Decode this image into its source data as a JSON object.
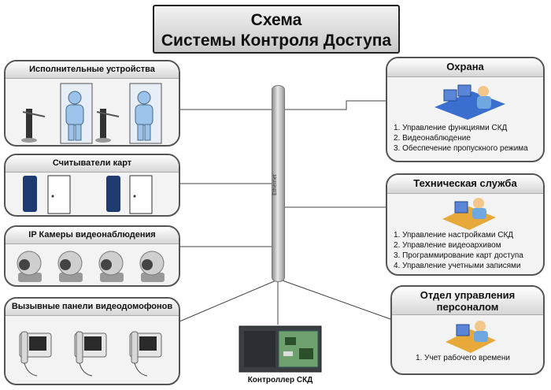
{
  "title": {
    "line1": "Схема",
    "line2": "Системы Контроля Доступа"
  },
  "left_panels": [
    {
      "title": "Исполнительные устройства"
    },
    {
      "title": "Считыватели карт"
    },
    {
      "title": "IP Камеры видеонаблюдения"
    },
    {
      "title": "Вызывные панели видеодомофонов"
    }
  ],
  "right_panels": [
    {
      "title": "Охрана",
      "items": [
        "1. Управление функциями СКД",
        "2. Видеонаблюдение",
        "3. Обеспечение пропускного режима"
      ]
    },
    {
      "title": "Техническая служба",
      "items": [
        "1. Управление настройками СКД",
        "2. Управление видеоархивом",
        "3. Программирование карт доступа",
        "4. Управление учетными записями"
      ]
    },
    {
      "title": "Отдел управления персоналом",
      "items": [
        "1. Учет рабочего времени"
      ]
    }
  ],
  "backbone_label": "Ethernet",
  "controller_label": "Контроллер СКД",
  "colors": {
    "panel_border": "#555555",
    "panel_bg": "#f3f3f3",
    "device_blue": "#3a6fd0",
    "figure_blue": "#9cc3ea",
    "link_line": "#444444"
  },
  "icons": [
    "turnstile-icon",
    "person-icon",
    "door-icon",
    "card-reader-icon",
    "ip-camera-icon",
    "intercom-icon",
    "workstation-icon",
    "controller-icon"
  ]
}
